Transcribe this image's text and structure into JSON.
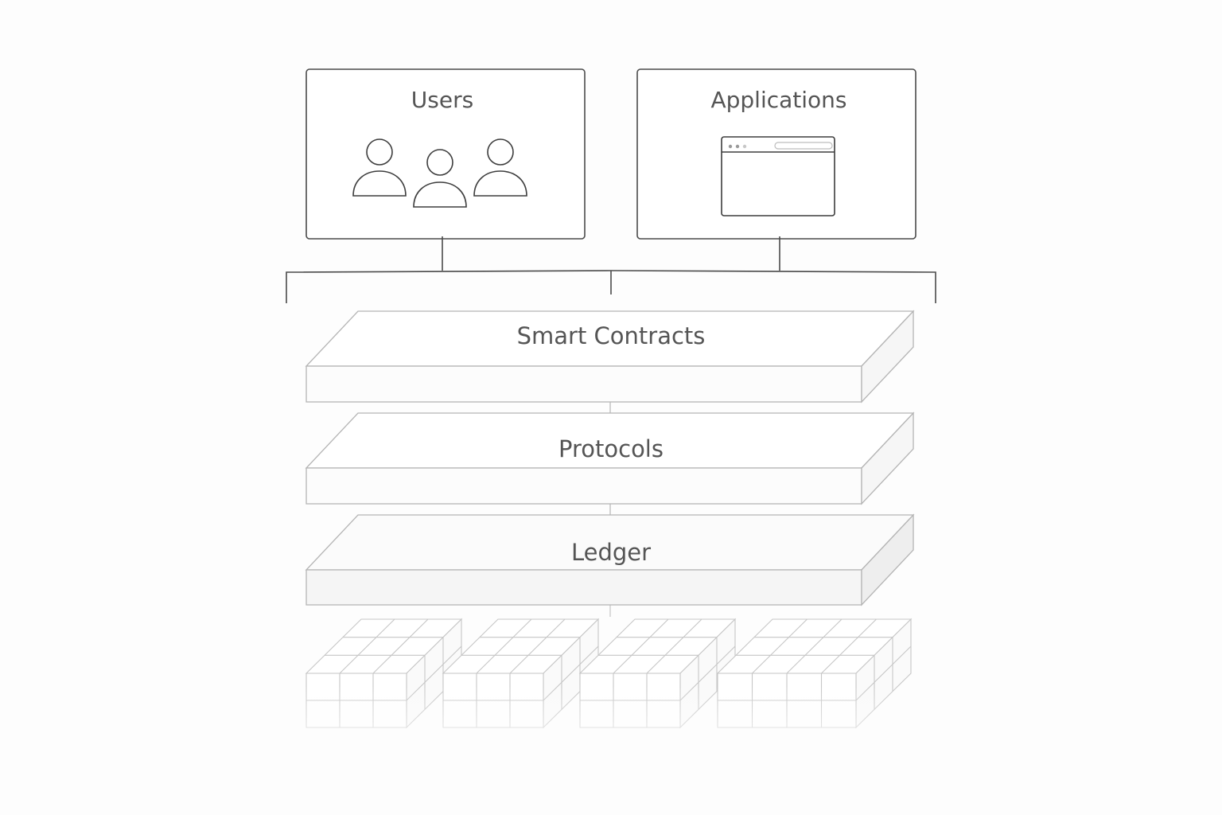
{
  "top_boxes": {
    "users": {
      "label": "Users",
      "icon": "users-group-icon"
    },
    "applications": {
      "label": "Applications",
      "icon": "app-window-icon"
    }
  },
  "layers": [
    {
      "label": "Smart Contracts"
    },
    {
      "label": "Protocols"
    },
    {
      "label": "Ledger"
    }
  ],
  "blocks": [
    {
      "icon": "data-block-icon"
    },
    {
      "icon": "data-block-icon"
    },
    {
      "icon": "data-block-icon"
    },
    {
      "icon": "data-block-icon"
    }
  ],
  "colors": {
    "line": "#4a4a4a",
    "text": "#555555",
    "slab_stroke": "#b5b5b5",
    "grid": "#c6c6c6"
  }
}
